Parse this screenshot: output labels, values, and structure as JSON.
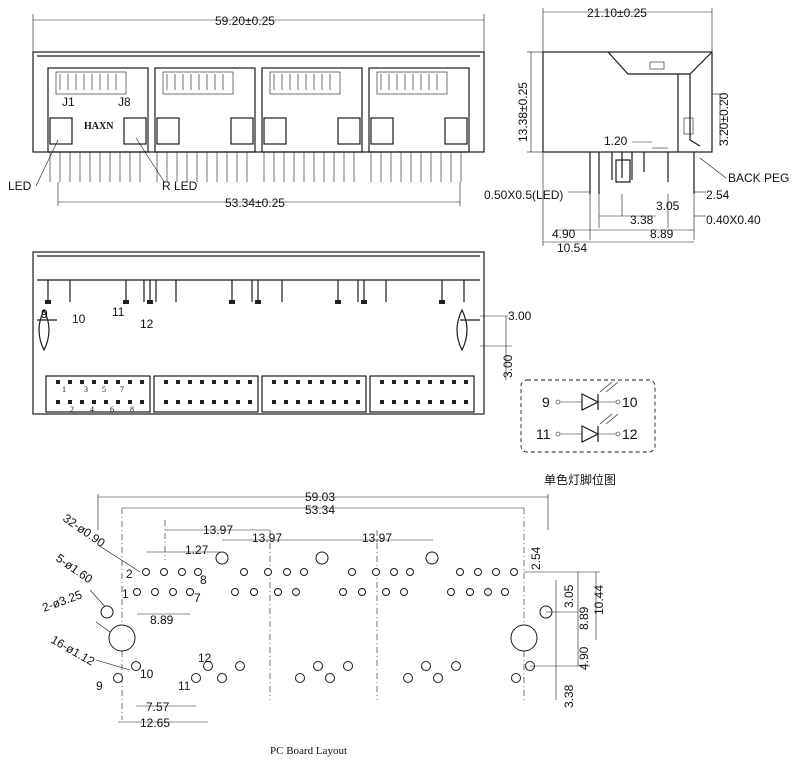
{
  "front_view": {
    "width_dim": "59.20±0.25",
    "pitch_dim": "53.34±0.25",
    "brand": "HAXN",
    "j1": "J1",
    "j8": "J8",
    "led_left": "LED",
    "r_led": "R LED"
  },
  "side_view": {
    "depth_dim": "21.10±0.25",
    "height_dim": "13.38±0.25",
    "peg_height_dim": "3.20±0.20",
    "d_1_20": "1.20",
    "d_3_05": "3.05",
    "d_2_54": "2.54",
    "back_peg": "BACK PEG",
    "led_pin": "0.50X0.5(LED)",
    "d_3_38": "3.38",
    "d_4_90": "4.90",
    "d_8_89": "8.89",
    "d_0_40": "0.40X0.40",
    "d_10_54": "10.54"
  },
  "bottom_view": {
    "pin9": "9",
    "pin10": "10",
    "pin11": "11",
    "pin12": "12",
    "d_3_00_h": "3.00",
    "d_3_00_v": "3.00",
    "n1": "1",
    "n3": "3",
    "n5": "5",
    "n7": "7",
    "n2": "2",
    "n4": "4",
    "n6": "6",
    "n8": "8"
  },
  "led_schematic": {
    "p9": "9",
    "p10": "10",
    "p11": "11",
    "p12": "12",
    "caption": "单色灯脚位图"
  },
  "pcb_layout": {
    "d_59_03": "59.03",
    "d_53_34": "53.34",
    "d_13_97_a": "13.97",
    "d_13_97_b": "13.97",
    "d_13_97_c": "13.97",
    "d_1_27": "1.27",
    "d_2_54": "2.54",
    "hole_32": "32-ø0.90",
    "hole_5": "5-ø1.60",
    "hole_2": "2-ø3.25",
    "hole_16": "16-ø1.12",
    "pin2": "2",
    "pin1": "1",
    "pin8": "8",
    "pin7": "7",
    "d_8_89": "8.89",
    "pin12": "12",
    "pin10": "10",
    "pin11": "11",
    "pin9": "9",
    "d_7_57": "7.57",
    "d_12_65": "12.65",
    "d_3_05": "3.05",
    "d_8_89_v": "8.89",
    "d_10_44": "10.44",
    "d_4_90": "4.90",
    "d_3_38": "3.38",
    "caption": "PC Board Layout"
  }
}
